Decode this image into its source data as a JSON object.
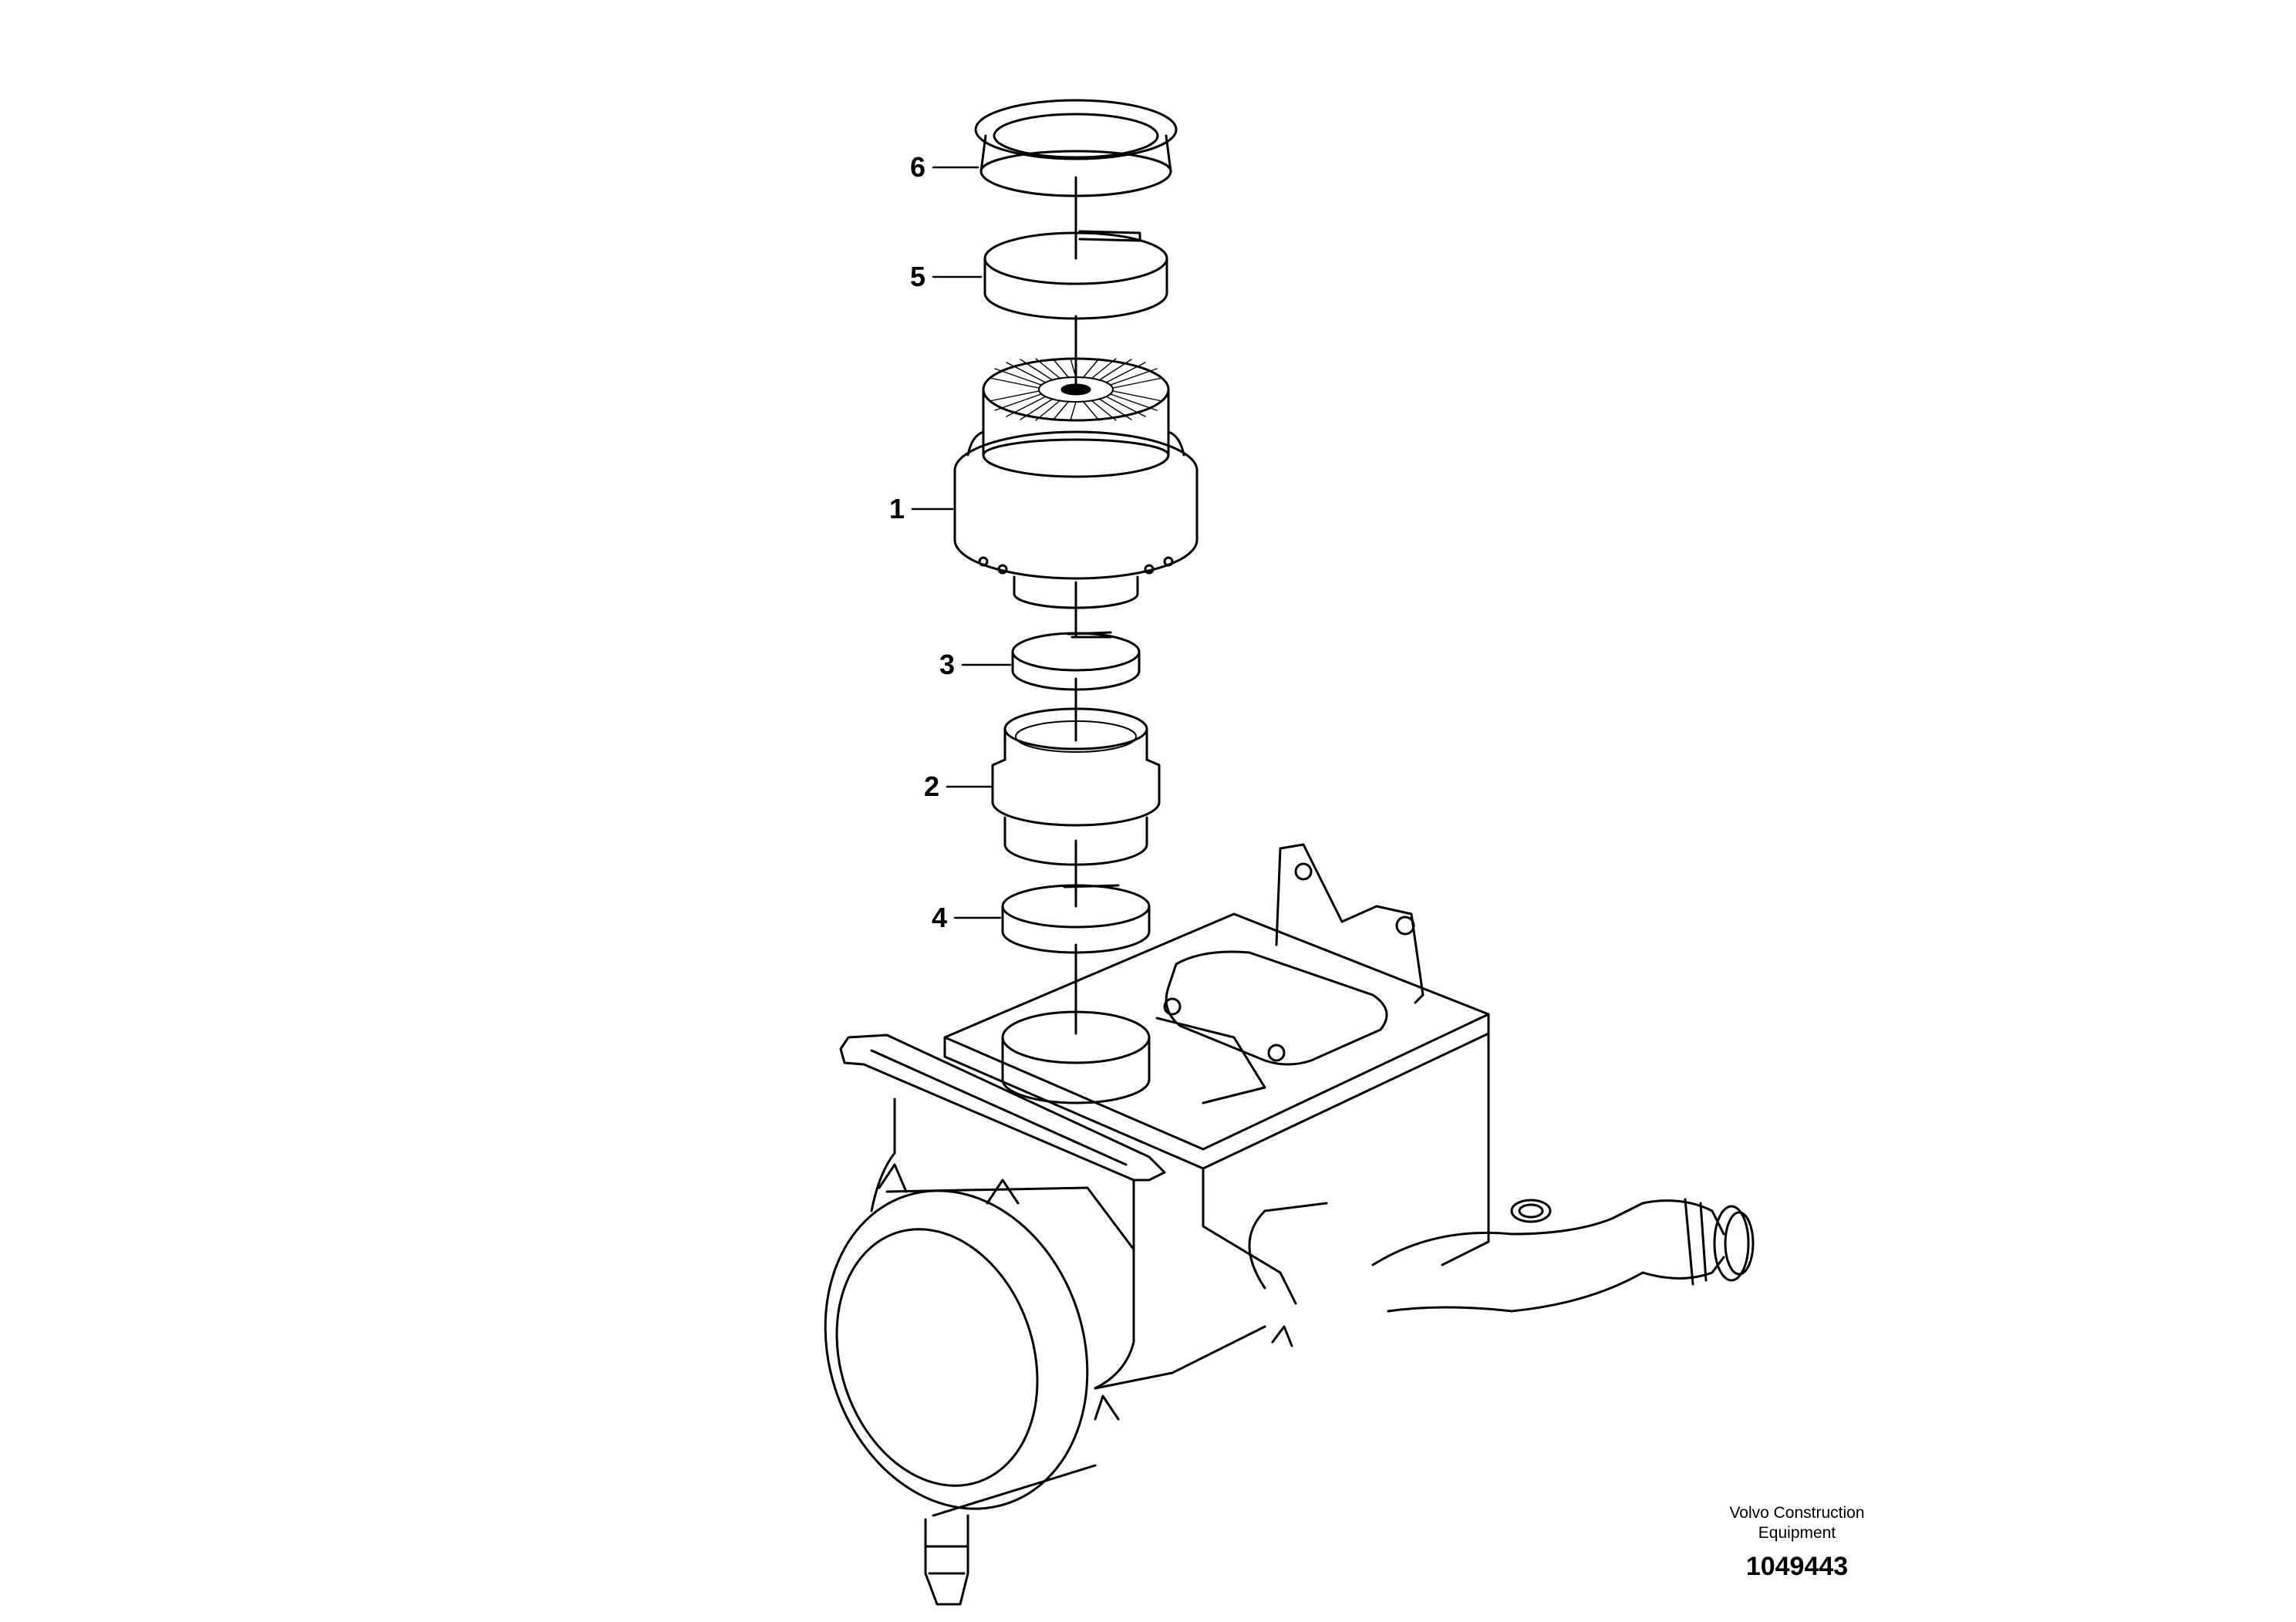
{
  "callouts": {
    "c6": "6",
    "c5": "5",
    "c1": "1",
    "c3": "3",
    "c2": "2",
    "c4": "4"
  },
  "credit": {
    "line1": "Volvo Construction",
    "line2": "Equipment",
    "drawing_number": "1049443"
  }
}
